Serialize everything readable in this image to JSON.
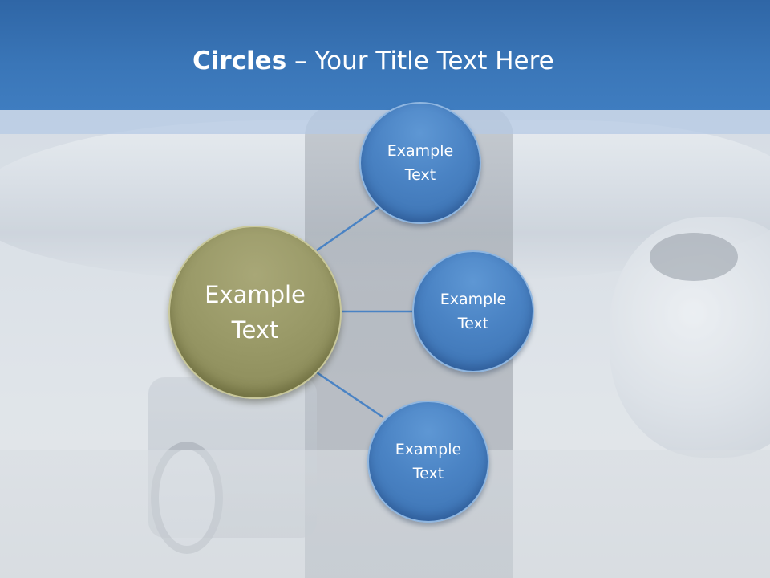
{
  "slide": {
    "title_bold": "Circles",
    "title_rest": " – Your Title Text Here"
  },
  "center_circle": {
    "text": "Example Text",
    "color": "#9a9a68"
  },
  "satellite_circles": [
    {
      "text": "Example Text",
      "color": "#4a83c4"
    },
    {
      "text": "Example Text",
      "color": "#4a83c4"
    },
    {
      "text": "Example Text",
      "color": "#4a83c4"
    }
  ],
  "colors": {
    "header": "#3a76b8",
    "connector": "#4a83c4"
  }
}
